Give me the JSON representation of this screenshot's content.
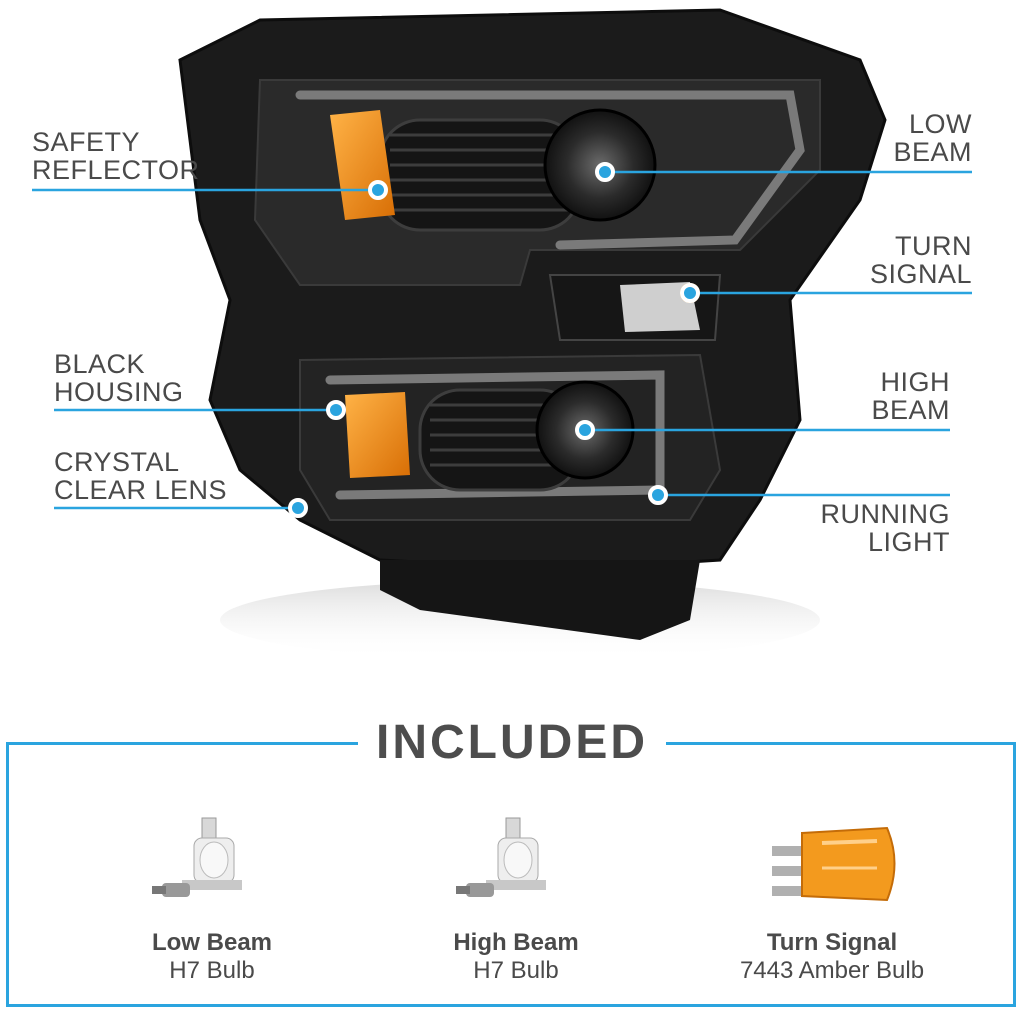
{
  "callouts": {
    "safety_reflector": [
      "SAFETY",
      "REFLECTOR"
    ],
    "black_housing": [
      "BLACK",
      "HOUSING"
    ],
    "crystal_clear_lens": [
      "CRYSTAL",
      "CLEAR LENS"
    ],
    "low_beam": [
      "LOW",
      "BEAM"
    ],
    "turn_signal": [
      "TURN",
      "SIGNAL"
    ],
    "high_beam": [
      "HIGH",
      "BEAM"
    ],
    "running_light": [
      "RUNNING",
      "LIGHT"
    ]
  },
  "included": {
    "title": "INCLUDED",
    "items": [
      {
        "name": "Low Beam",
        "sub": "H7 Bulb",
        "icon": "h7-bulb-icon"
      },
      {
        "name": "High Beam",
        "sub": "H7 Bulb",
        "icon": "h7-bulb-icon"
      },
      {
        "name": "Turn Signal",
        "sub": "7443 Amber Bulb",
        "icon": "amber-wedge-bulb-icon"
      }
    ]
  },
  "colors": {
    "accent": "#2aa4df",
    "amber": "#f39a1e",
    "housing": "#1e1e1e",
    "text": "#4a4a4a"
  }
}
